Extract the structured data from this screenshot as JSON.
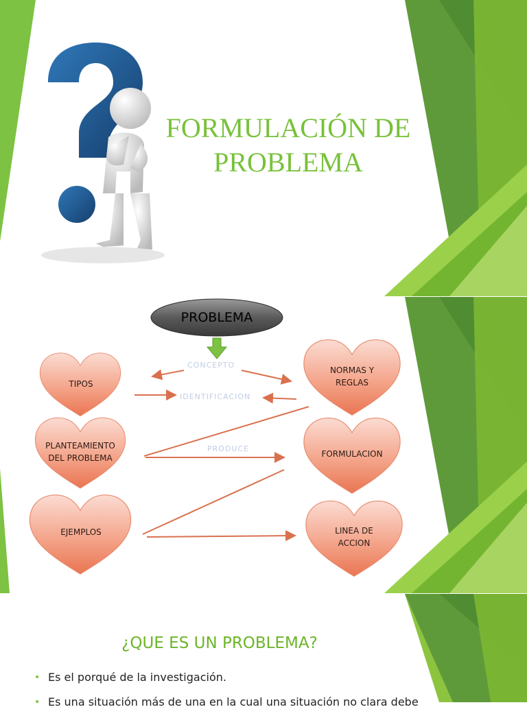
{
  "slide1": {
    "title_line1": "FORMULACIÓN DE",
    "title_line2": "PROBLEMA",
    "illustration": "question-mark-thinker-figure",
    "colors": {
      "title": "#78c13a",
      "question_mark": "#1f5f9e",
      "accent_green": "#7dc242"
    }
  },
  "slide2": {
    "center_label": "PROBLEMA",
    "hearts": {
      "tipos": "TIPOS",
      "normas_line1": "NORMAS Y",
      "normas_line2": "REGLAS",
      "planteamiento_line1": "PLANTEAMIENTO",
      "planteamiento_line2": "DEL PROBLEMA",
      "formulacion": "FORMULACION",
      "ejemplos": "EJEMPLOS",
      "linea_line1": "LINEA DE",
      "linea_line2": "ACCION"
    },
    "connectors": {
      "concepto": "CONCEPTO",
      "identificacion": "IDENTIFICACION",
      "produce": "PRODUCE"
    },
    "colors": {
      "heart_top": "#fbd9cf",
      "heart_bottom": "#ec7856",
      "arrow": "#d9714f",
      "pill": "#4a4a4a",
      "down_arrow": "#7dc242"
    }
  },
  "slide3": {
    "title": "¿QUE ES UN PROBLEMA?",
    "bullets": [
      "Es el porqué de la investigación.",
      "Es una situación más de una en la cual una situación no clara debe"
    ]
  }
}
